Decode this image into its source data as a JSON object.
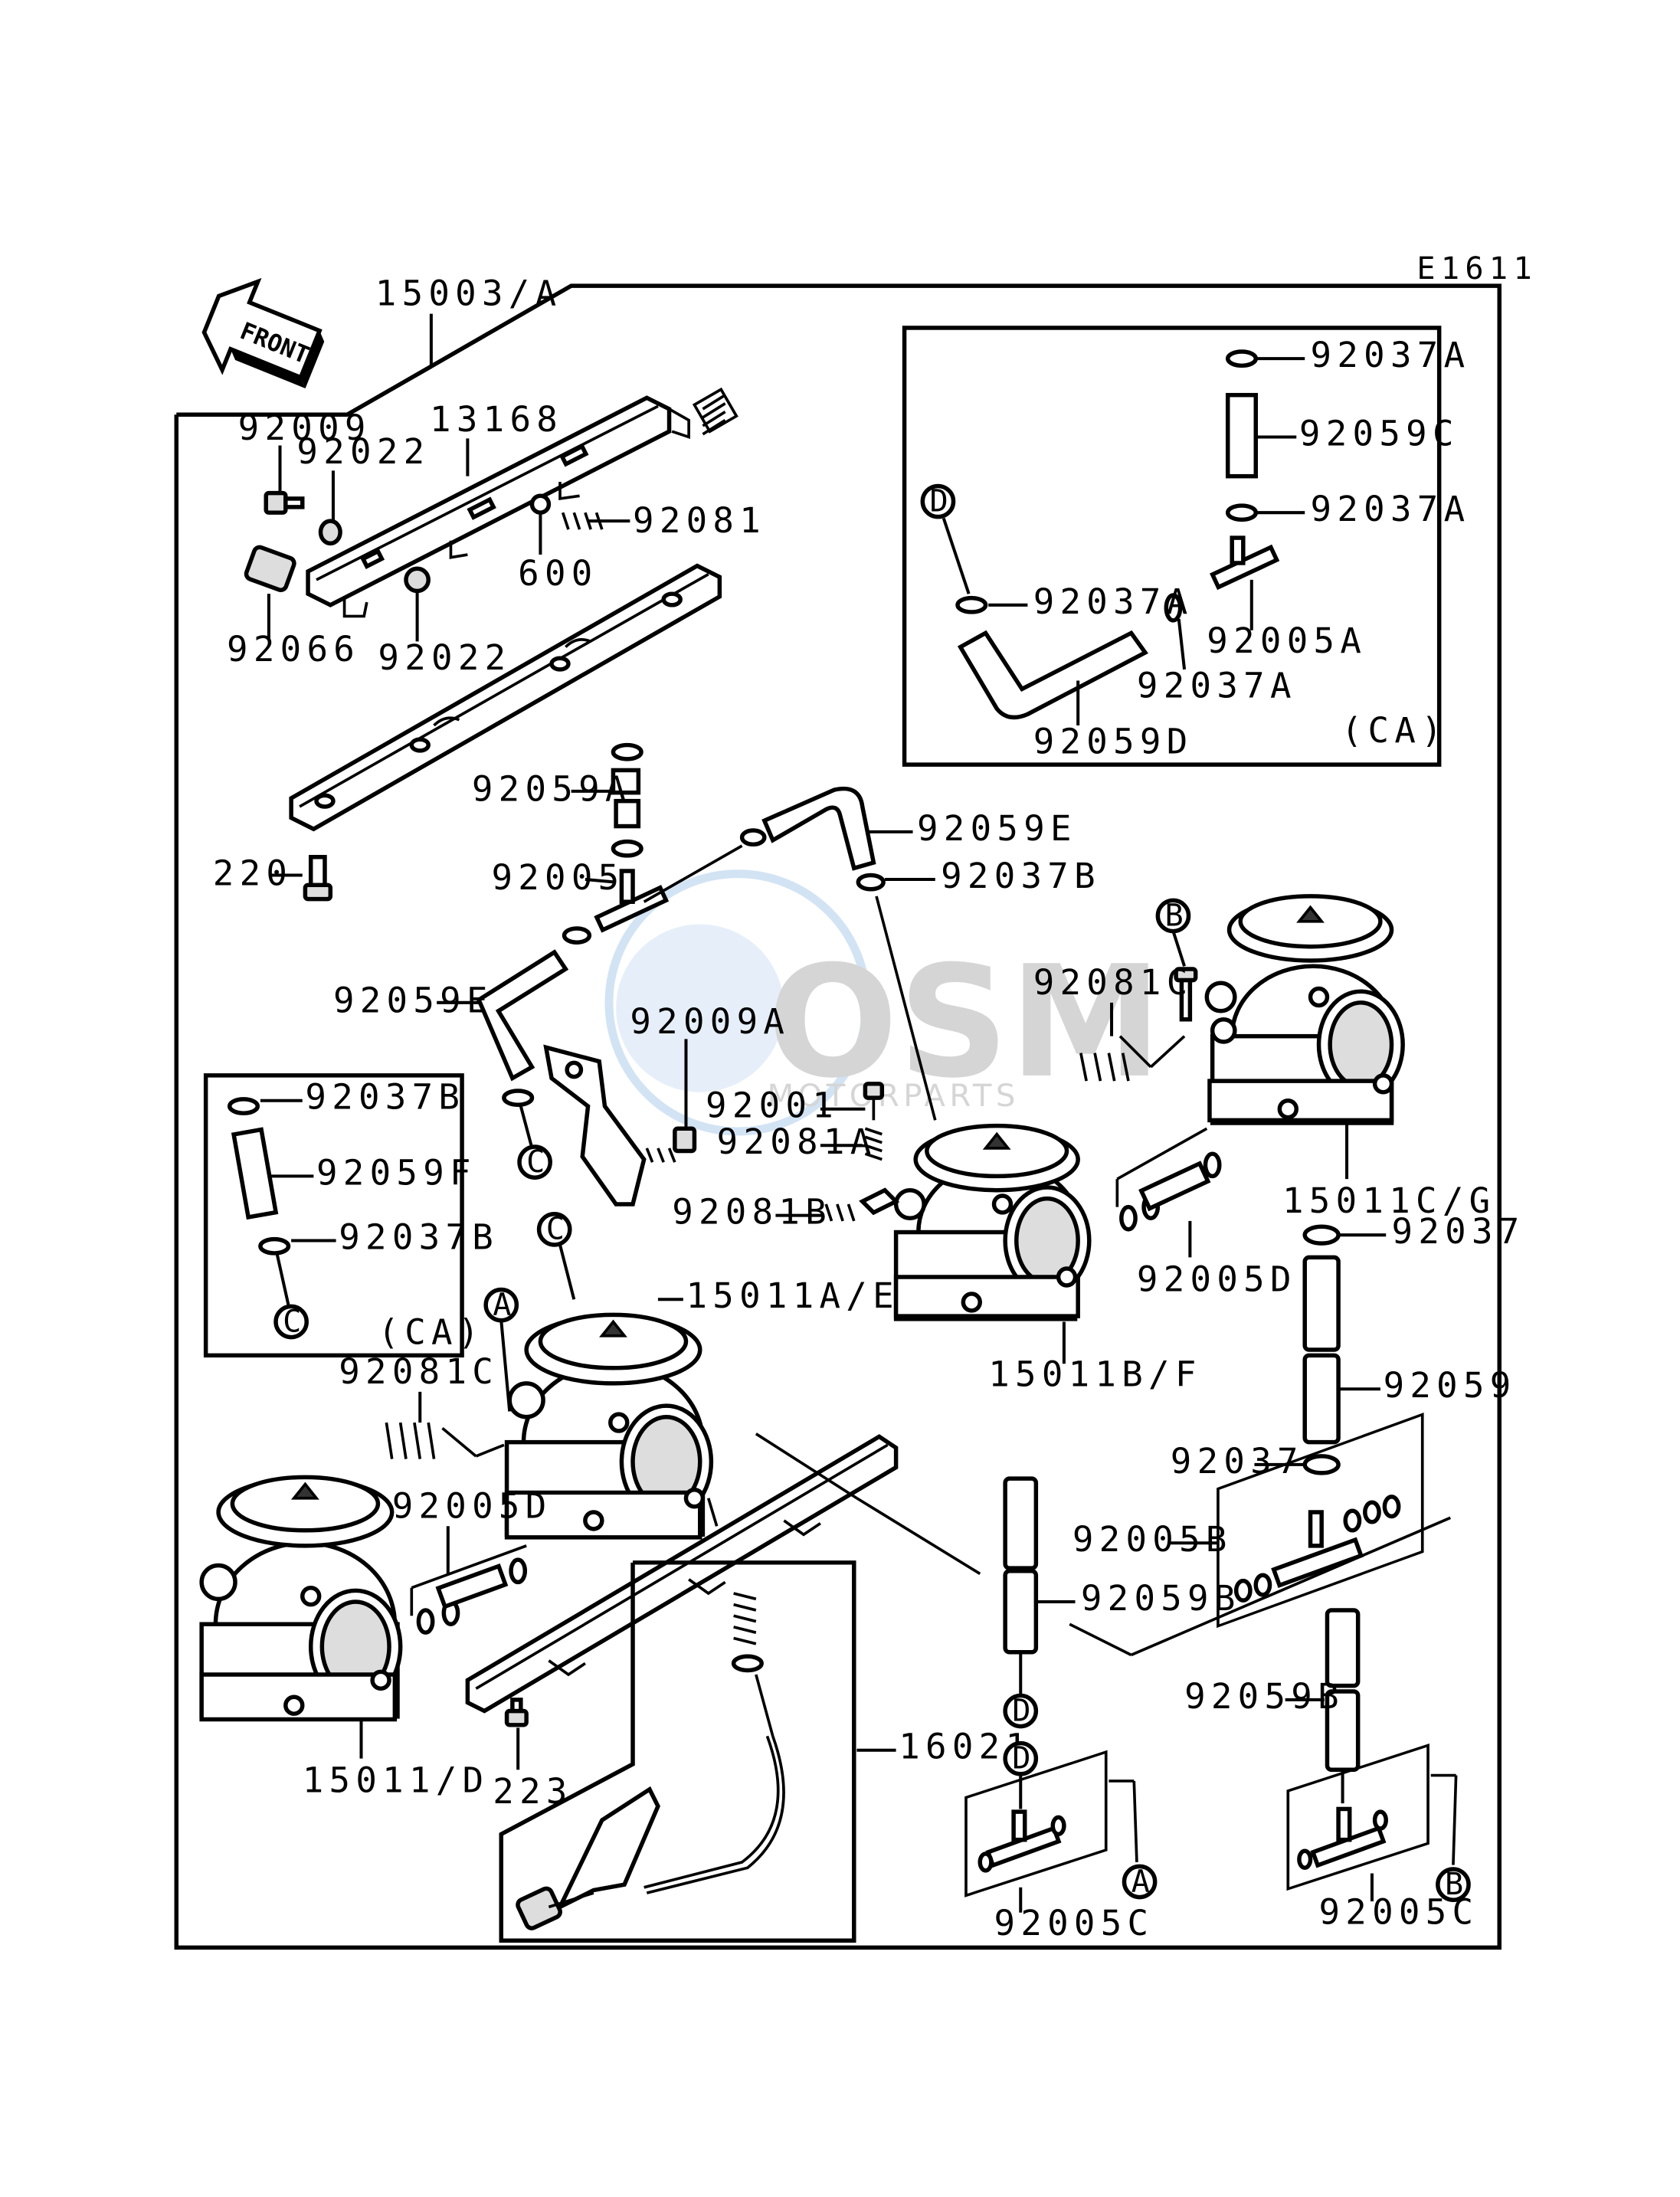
{
  "diagram_code": "E1611",
  "front_label": "FRONT",
  "watermark": {
    "logo": "OSM",
    "sub": "MOTORPARTS"
  },
  "inset_labels": {
    "ca_main": "(CA)",
    "ca_small": "(CA)"
  },
  "markers": {
    "A": "A",
    "B": "B",
    "C": "C",
    "D": "D"
  },
  "parts": {
    "p15003A": "15003/A",
    "p92009": "92009",
    "p92022a": "92022",
    "p13168": "13168",
    "p92081": "92081",
    "p600": "600",
    "p92066": "92066",
    "p92022b": "92022",
    "p220": "220",
    "p92059A": "92059A",
    "p92005": "92005",
    "p92059E_top": "92059E",
    "p92037B_top": "92037B",
    "p92059E_left": "92059E",
    "p92009A": "92009A",
    "p92081C_right": "92081C",
    "p92001": "92001",
    "p92081A": "92081A",
    "p92081B": "92081B",
    "p15011CG": "15011C/G",
    "p92037_right": "92037",
    "p92005D_right": "92005D",
    "p15011BF": "15011B/F",
    "p92059": "92059",
    "p92037_mid": "92037",
    "p15011AE": "15011A/E",
    "p92081C_left": "92081C",
    "p92005D_left": "92005D",
    "p92005B": "92005B",
    "p92059B_mid": "92059B",
    "p92059B_right": "92059B",
    "p16021": "16021",
    "p223": "223",
    "p15011D": "15011/D",
    "p92005C_mid": "92005C",
    "p92005C_right": "92005C",
    "ca_92037A_1": "92037A",
    "ca_92059C": "92059C",
    "ca_92037A_2": "92037A",
    "ca_92037A_3": "92037A",
    "ca_92005A": "92005A",
    "ca_92037A_4": "92037A",
    "ca_92059D": "92059D",
    "cs_92037B_1": "92037B",
    "cs_92059F": "92059F",
    "cs_92037B_2": "92037B"
  }
}
